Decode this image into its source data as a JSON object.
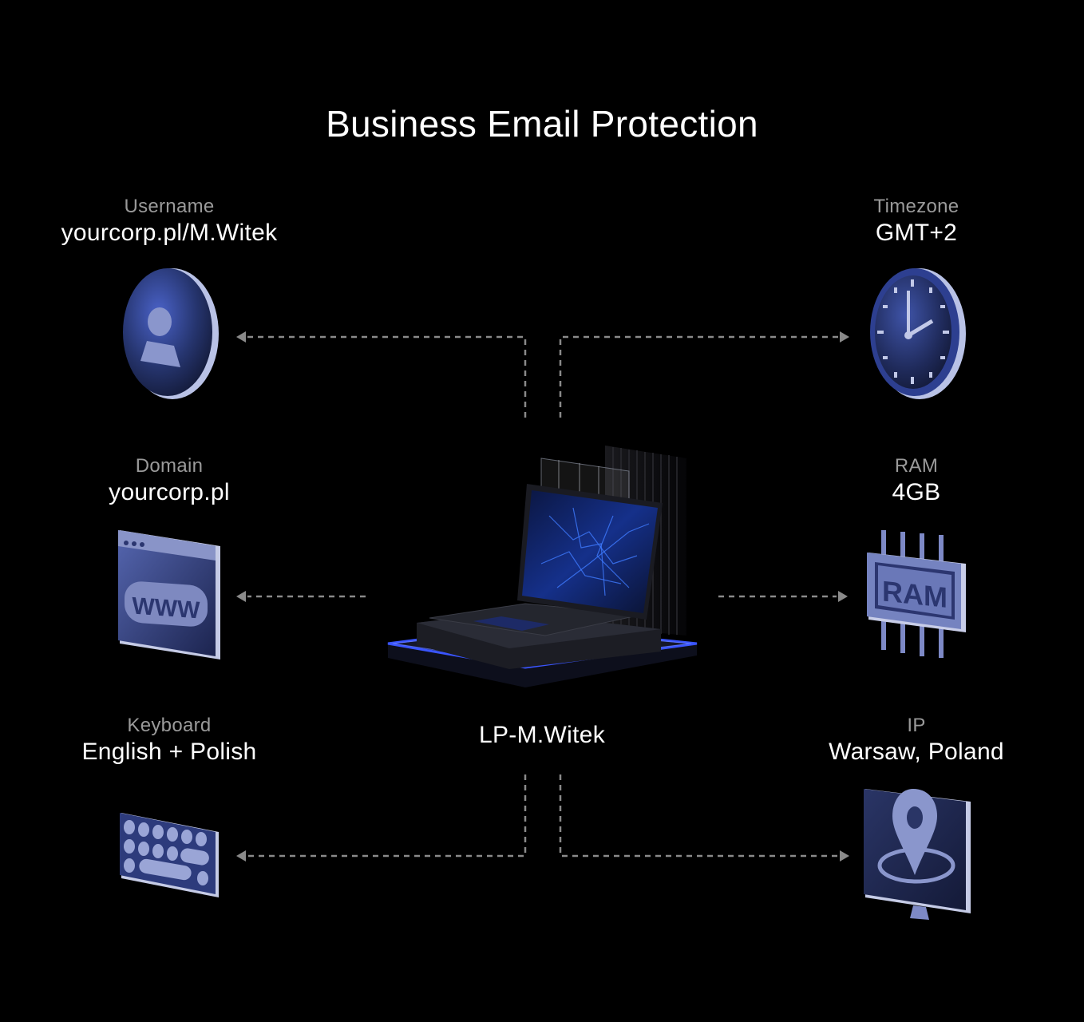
{
  "title": "Business Email Protection",
  "device": {
    "name": "LP-M.Witek",
    "icon": "laptop-icon"
  },
  "attributes": {
    "username": {
      "label": "Username",
      "value": "yourcorp.pl/M.Witek",
      "icon": "user-icon"
    },
    "timezone": {
      "label": "Timezone",
      "value": "GMT+2",
      "icon": "clock-icon"
    },
    "domain": {
      "label": "Domain",
      "value": "yourcorp.pl",
      "icon": "browser-www-icon"
    },
    "ram": {
      "label": "RAM",
      "value": "4GB",
      "icon": "ram-chip-icon",
      "chip_text": "RAM"
    },
    "keyboard": {
      "label": "Keyboard",
      "value": "English + Polish",
      "icon": "keyboard-icon"
    },
    "ip": {
      "label": "IP",
      "value": "Warsaw, Poland",
      "icon": "location-pin-icon"
    }
  },
  "browser_icon_text": "WWW",
  "colors": {
    "background": "#000000",
    "text": "#ffffff",
    "label": "#9a9a9a",
    "connector": "#8a8a8a",
    "accent": "#2f45ff",
    "icon_fill": "#3a4a8a"
  }
}
